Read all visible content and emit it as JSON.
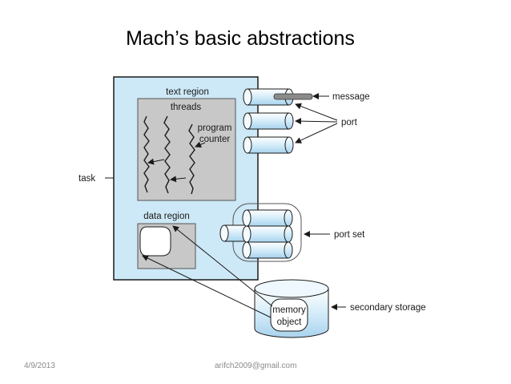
{
  "slide": {
    "title": "Mach’s basic abstractions",
    "footer_date": "4/9/2013",
    "footer_email": "arifch2009@gmail.com"
  },
  "diagram": {
    "task_label": "task",
    "text_region_label": "text region",
    "threads_label": "threads",
    "program_counter_line1": "program",
    "program_counter_line2": "counter",
    "data_region_label": "data region",
    "message_label": "message",
    "port_label": "port",
    "port_set_label": "port set",
    "secondary_storage_label": "secondary storage",
    "memory_object_line1": "memory",
    "memory_object_line2": "object"
  },
  "colors": {
    "task_fill": "#cde8f6",
    "region_fill": "#c8c8c8",
    "port_fill": "#d9eefa",
    "outline": "#1a1a1a"
  }
}
